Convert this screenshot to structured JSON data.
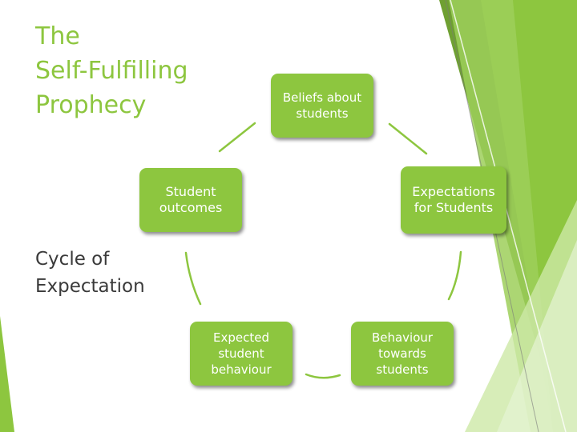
{
  "title": "The\nSelf-Fulfilling\nProphecy",
  "subtitle": "Cycle of\nExpectation",
  "cycle": {
    "nodes": [
      {
        "label": "Beliefs about\nstudents"
      },
      {
        "label": "Expectations\nfor Students"
      },
      {
        "label": "Behaviour\ntowards\nstudents"
      },
      {
        "label": "Expected\nstudent\nbehaviour"
      },
      {
        "label": "Student\noutcomes"
      }
    ]
  },
  "colors": {
    "accent": "#8dc63f",
    "accent_dark": "#6fa032",
    "accent_light": "#cde8a6",
    "node_text": "#ffffff",
    "subtitle_text": "#3a3a3a"
  }
}
